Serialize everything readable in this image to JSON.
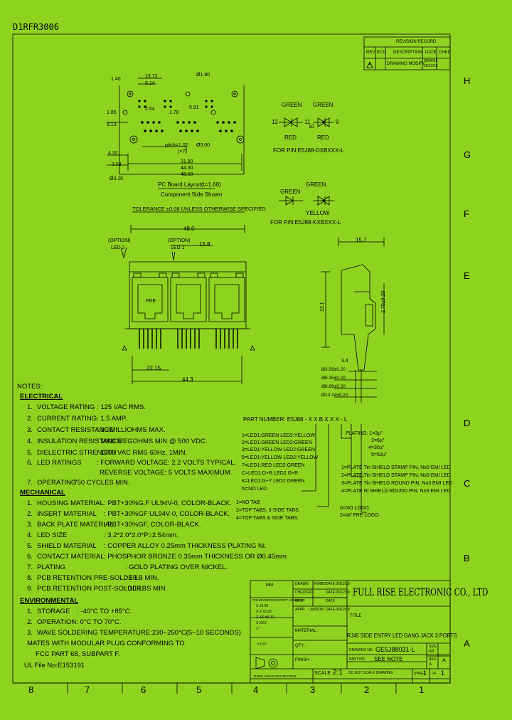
{
  "doc_id": "D1RFR3006",
  "revision_block": {
    "title": "REVISION RECORD",
    "headers": [
      "REV",
      "ECO",
      "DESCRIPTION",
      "DATE",
      "CHKD"
    ],
    "row": {
      "rev": "A",
      "desc": "DRAWING MODIFY",
      "date": "06/04/18",
      "date2": "06/12/18"
    }
  },
  "zone_letters_right": [
    "H",
    "G",
    "F",
    "E",
    "D",
    "C",
    "B",
    "A"
  ],
  "zone_numbers_bottom": [
    "8",
    "7",
    "6",
    "5",
    "4",
    "3",
    "2",
    "1"
  ],
  "top_view": {
    "dims": [
      "13.72",
      "8.14",
      "Ø1.90",
      "1.40",
      "2.54",
      "1.78",
      "5.91",
      "1.85",
      "9.13",
      "pitch=1.02",
      "(×7)",
      "Ø3.00",
      "4.32",
      "3.58",
      "Ø3.20",
      "31.80",
      "44.30",
      "48.00"
    ],
    "caption1": "PC Board Layout(t=1.60)",
    "caption2": "Component Side Shown",
    "tolerance": "TOLERANCE ±0.08 UNLESS OTHERWISE SPECIFIED"
  },
  "led_schematic": {
    "green_left": "GREEN",
    "green_right": "GREEN",
    "red_left": "RED",
    "red_right": "RED",
    "pins_a": "12",
    "pins_b": "11",
    "pins_c": "10",
    "pins_d": "9",
    "for_pn_1": "FOR P/N:E5J88-DXBXXX-L",
    "green_left2": "GREEN",
    "green_right2": "GREEN",
    "yellow": "YELLOW",
    "for_pn_2": "FOR P/N:E5J88-KXBXXX-L"
  },
  "front_view": {
    "option_a": "(OPTION)",
    "led2": "LED 2",
    "option_b": "(OPTION)",
    "led1": "LED 1",
    "dims": [
      "48.0",
      "15.8",
      "22.15",
      "44.3"
    ],
    "fre": "FRE"
  },
  "side_view": {
    "dims": [
      "15.7",
      "2.70±0.20",
      "13.1",
      "3.4",
      "Ø3.56±0.20",
      "Ø6.35±0.20",
      "Ø8.89±0.20",
      "Ø13.24±0.20"
    ]
  },
  "notes": {
    "title": "NOTES:",
    "electrical_head": "ELECTRICAL",
    "electrical": [
      {
        "n": "1.",
        "k": "VOLTAGE RATING",
        "v": ": 125 VAC RMS."
      },
      {
        "n": "2.",
        "k": "CURRENT RATING",
        "v": ": 1.5 AMP."
      },
      {
        "n": "3.",
        "k": "CONTACT RESISTANCE",
        "v": ": 30 MILLIOHMS MAX."
      },
      {
        "n": "4.",
        "k": "INSULATION RESISTANCE",
        "v": ": 1000 MEGOHMS MIN @ 500 VDC."
      },
      {
        "n": "5.",
        "k": "DIELECTRIC STRENGTH",
        "v": ": 1000 VAC RMS 60Hz, 1MIN."
      },
      {
        "n": "6.",
        "k": "LED RATINGS",
        "v": ": FORWARD VOLTAGE: 2.2 VOLTS TYPICAL."
      },
      {
        "n": "",
        "k": "",
        "v": "REVERSE VOLTAGE: 5 VOLTS MAXIMUM."
      },
      {
        "n": "7.",
        "k": "OPERATING",
        "v": ": 750 CYCLES MIN."
      }
    ],
    "mechanical_head": "MECHANICAL",
    "mechanical": [
      {
        "n": "1.",
        "k": "HOUSING MATERIAL",
        "v": ": PBT+30%G.F UL94V-0, COLOR-BLACK."
      },
      {
        "n": "2.",
        "k": "INSERT MATERIAL",
        "v": ": PBT+30%GF UL94V-0, COLOR-BLACK."
      },
      {
        "n": "3.",
        "k": "BACK PLATE MATERIAL",
        "v": ": PBT+30%GF, COLOR-BLACK."
      },
      {
        "n": "4.",
        "k": "LED SIZE",
        "v": ": 3.2*2.0*2.0*P=2.54mm."
      },
      {
        "n": "5.",
        "k": "SHIELD MATERIAL",
        "v": ": COPPER ALLOY 0.25mm THICKNESS PLATING Ni."
      },
      {
        "n": "6.",
        "k": "CONTACT MATERIAL",
        "v": ": PHOSPHOR BRONZE 0.35mm THICKNESS OR Ø0.45mm"
      },
      {
        "n": "7.",
        "k": "PLATING",
        "v": ": GOLD PLATING OVER NICKEL."
      },
      {
        "n": "8.",
        "k": "PCB RETENTION PRE-SOLDER",
        "v": ": 1 LB MIN."
      },
      {
        "n": "9.",
        "k": "PCB RETENTION POST-SOLDER",
        "v": ": 10 LBS MIN."
      }
    ],
    "environmental_head": "ENVIRONMENTAL",
    "environmental": [
      {
        "n": "1.",
        "k": "STORAGE",
        "v": ": -40°C TO +85°C."
      },
      {
        "n": "2.",
        "k": "OPERATION: 0°C TO 70°C.",
        "v": ""
      },
      {
        "n": "3.",
        "k": "WAVE SOLDERING TEMPERATURE:230~250°C(5~10 SECONDS)",
        "v": ""
      },
      {
        "n": "",
        "k": "MATES WITH MODULAR PLUG CONFORMING TO",
        "v": ""
      },
      {
        "n": "",
        "k": "FCC PART 68, SUBPART F.",
        "v": ""
      }
    ],
    "ul_file": "UL File No:E153191"
  },
  "part_number": {
    "label": "PART NUMBER: E5J88 - X X B X X X - L",
    "led_options": [
      "1=LED1:GREEN  LED2:YELLOW",
      "2=LED1:GREEN  LED2:GREEN",
      "3=LED1:YELLOW LED2:GREEN",
      "5=LED1:YELLOW LED2:YELLOW",
      "7=LED1:RED    LED2:GREEN",
      "C=LED1:G+R    LED2:G+R",
      "K=LED1:G+Y    LED2:GREEN",
      "N=NO LED"
    ],
    "tab_options": [
      "1=NO TAB",
      "2=TOP TABS, 3-SIDE TABS.",
      "4=TOP TABS & SIDE TABS."
    ],
    "plating_options": [
      "PLATING:  1=3µ\"",
      "2=6µ\"",
      "4=30µ\"",
      "5=50µ\""
    ],
    "shield_options": [
      "1=PLATE Tin SHIELD STAMP PIN, No3 EMI LED",
      "2=PLATE Tin SHIELD STAMP PIN, No3 EMI LED",
      "3=PLATE Tin SHIELD ROUND PIN, No3 EMI LED",
      "4=PLATE Ni SHIELD ROUND PIN, No3 EMI LED"
    ],
    "logo_options": [
      "0=NO LOGO",
      "2=W/ FRE LOGO"
    ]
  },
  "title_block": {
    "unit": "MM",
    "tol_header": "TOLERANCES EXCEPT AS NOTED",
    "tols": [
      "X  ±0.20",
      "X.X  ±0.20",
      "X.XX  ±0.10",
      "X.XXX",
      "± °"
    ],
    "angle_tol": "± 0.5°",
    "signoffs": [
      {
        "role": "DRAWN",
        "name": "KIMBO",
        "date": "DATE 06/12/18"
      },
      {
        "role": "CHECKED",
        "name": "",
        "date": "DATE 06/12/18"
      },
      {
        "role": "MFG",
        "name": "",
        "date": "DATE"
      },
      {
        "role": "APPR",
        "name": "LANDON",
        "date": "DATE 06/12/18"
      }
    ],
    "company": "FULL RISE ELECTRONIC CO., LTD",
    "title_label": "TITLE",
    "title": "RJ45 SIDE ENTRY LED GANG JACK 3 PORTS",
    "material_label": "MATERIAL :",
    "qty_label": "QTY :",
    "finish_label": "FINISH :",
    "drawing_no_label": "DRAWING NO.",
    "drawing_no": "GE5J88031-L",
    "part_no_label": "PART NO.",
    "part_no": "SEE NOTE",
    "size_label": "SIZE",
    "size": "A3",
    "scale_label": "SCALE",
    "scale": "2:1",
    "rev_label": "REV",
    "rev": "A",
    "projection_label": "THIRD ANGLE PROJECTION",
    "do_not_scale": "DO NOT SCALE DRAWING",
    "sheet_label": "SHEET",
    "sheet": "1",
    "of_label": "OF",
    "of": "1"
  }
}
